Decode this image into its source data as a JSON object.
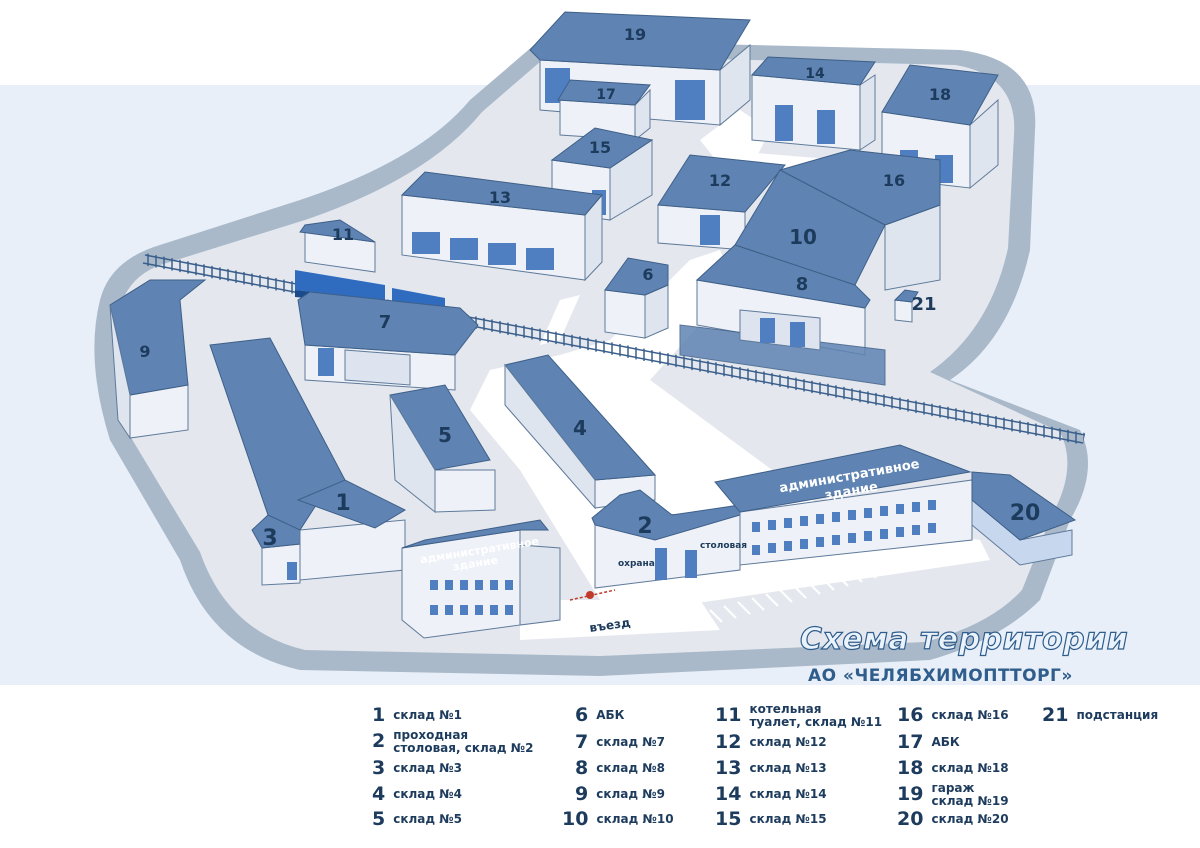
{
  "title": "Схема территории",
  "subtitle": "АО «ЧЕЛЯБХИМОПТТОРГ»",
  "map_labels": {
    "b1": "1",
    "b2": "2",
    "b3": "3",
    "b4": "4",
    "b5": "5",
    "b6": "6",
    "b7": "7",
    "b8": "8",
    "b9": "9",
    "b10": "10",
    "b11": "11",
    "b12": "12",
    "b13": "13",
    "b14": "14",
    "b15": "15",
    "b16": "16",
    "b17": "17",
    "b18": "18",
    "b19": "19",
    "b20": "20",
    "b21": "21",
    "admin_left_line1": "административное",
    "admin_left_line2": "здание",
    "admin_right_line1": "административное",
    "admin_right_line2": "здание",
    "guard": "охрана",
    "canteen": "столовая",
    "entry": "въезд"
  },
  "legend": [
    {
      "num": "1",
      "text": "склад №1"
    },
    {
      "num": "2",
      "text": "проходная\nстоловая, склад №2"
    },
    {
      "num": "3",
      "text": "склад №3"
    },
    {
      "num": "4",
      "text": "склад №4"
    },
    {
      "num": "5",
      "text": "склад №5"
    },
    {
      "num": "6",
      "text": "АБК"
    },
    {
      "num": "7",
      "text": "склад №7"
    },
    {
      "num": "8",
      "text": "склад №8"
    },
    {
      "num": "9",
      "text": "склад №9"
    },
    {
      "num": "10",
      "text": "склад №10"
    },
    {
      "num": "11",
      "text": "котельная\nтуалет, склад №11"
    },
    {
      "num": "12",
      "text": "склад №12"
    },
    {
      "num": "13",
      "text": "склад №13"
    },
    {
      "num": "14",
      "text": "склад №14"
    },
    {
      "num": "15",
      "text": "склад №15"
    },
    {
      "num": "16",
      "text": "склад №16"
    },
    {
      "num": "17",
      "text": "АБК"
    },
    {
      "num": "18",
      "text": "склад №18"
    },
    {
      "num": "19",
      "text": "гараж\nсклад №19"
    },
    {
      "num": "20",
      "text": "склад №20"
    },
    {
      "num": "21",
      "text": "подстанция"
    }
  ],
  "colors": {
    "background_top": "#ffffff",
    "background_band": "#e8eff8",
    "boundary": "#a9b9c9",
    "ground": "#e4e8ee",
    "road": "#ffffff",
    "roof": "#5f84b3",
    "wall": "#eef1f7",
    "window": "#4f7fc1",
    "text_dark": "#1d3b5c"
  }
}
